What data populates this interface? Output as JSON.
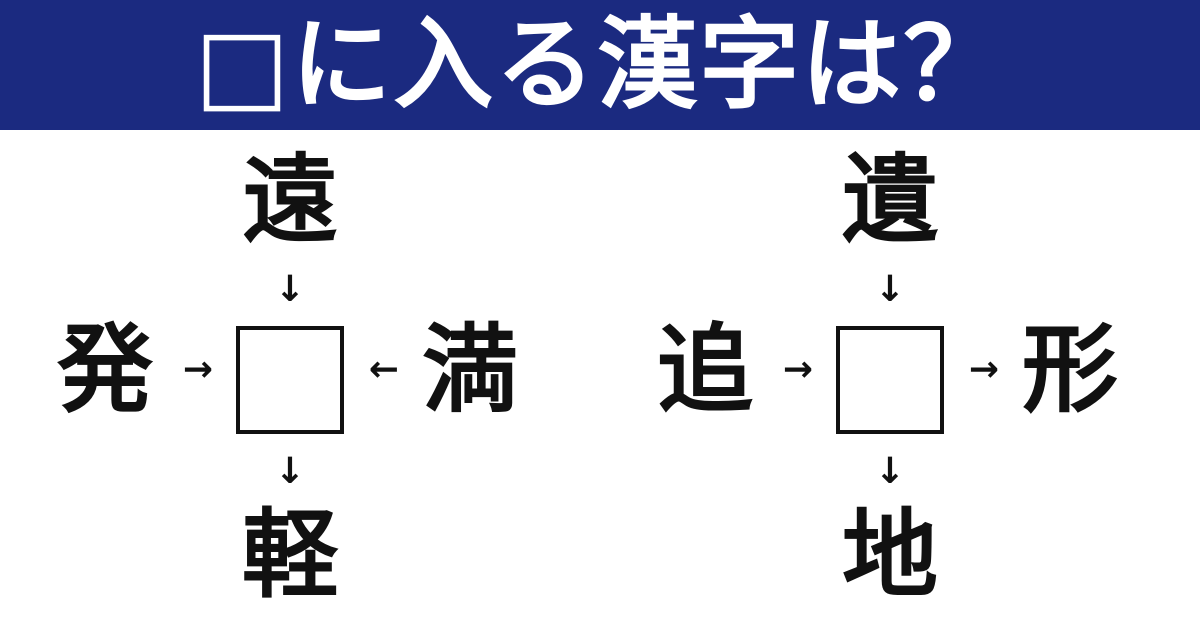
{
  "banner": {
    "title": "□に入る漢字は？",
    "background": "#1b2a80",
    "text_color": "#ffffff"
  },
  "puzzles": [
    {
      "top": "遠",
      "left": "発",
      "right": "満",
      "bottom": "軽",
      "arrows": {
        "top": "↓",
        "left": "→",
        "right": "←",
        "bottom": "↓"
      }
    },
    {
      "top": "遺",
      "left": "追",
      "right": "形",
      "bottom": "地",
      "arrows": {
        "top": "↓",
        "left": "→",
        "right": "→",
        "bottom": "↓"
      }
    }
  ]
}
